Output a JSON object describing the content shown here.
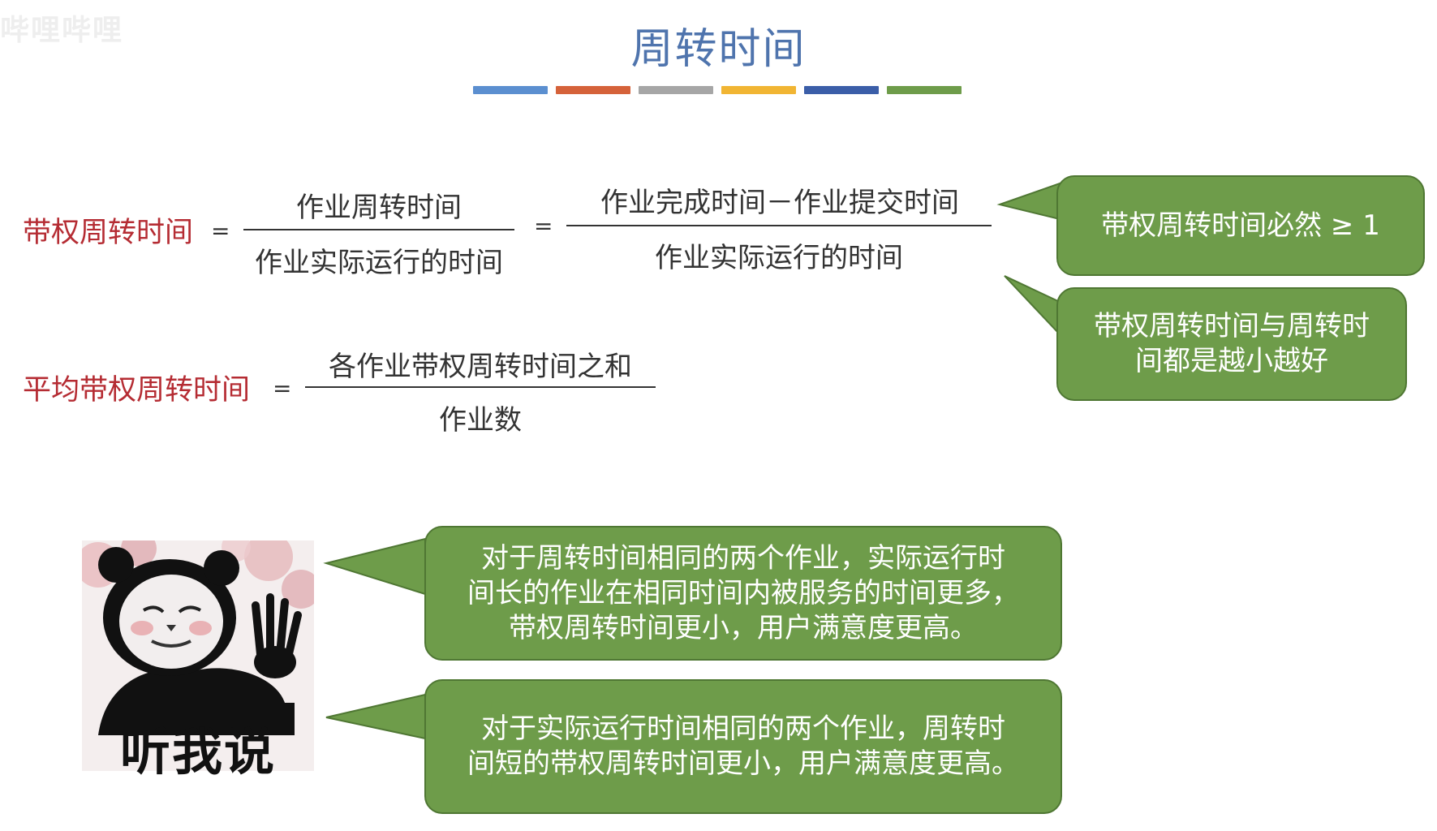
{
  "watermark": "哔哩哔哩",
  "slide": {
    "title": "周转时间",
    "accent_bar_colors": [
      "#5b8fd0",
      "#d5623a",
      "#a6a6a6",
      "#f1b533",
      "#3b5ea8",
      "#6e9c4a"
    ]
  },
  "formula1": {
    "label": "带权周转时间",
    "eq1": "=",
    "frac1_num": "作业周转时间",
    "frac1_den": "作业实际运行的时间",
    "eq2": "=",
    "frac2_num": "作业完成时间－作业提交时间",
    "frac2_den": "作业实际运行的时间"
  },
  "formula2": {
    "label": "平均带权周转时间",
    "eq": "=",
    "num": "各作业带权周转时间之和",
    "den": "作业数"
  },
  "callouts": {
    "c1": "带权周转时间必然 ≥ 1",
    "c2_line1": "带权周转时间与周转时",
    "c2_line2": "间都是越小越好",
    "c3_line1": "对于周转时间相同的两个作业，实际运行时",
    "c3_line2": "间长的作业在相同时间内被服务的时间更多，",
    "c3_line3": "带权周转时间更小，用户满意度更高。",
    "c4_line1": "对于实际运行时间相同的两个作业，周转时",
    "c4_line2": "间短的带权周转时间更小，用户满意度更高。"
  },
  "meme": {
    "caption": "听我说",
    "icon": "panda-meme-icon"
  }
}
